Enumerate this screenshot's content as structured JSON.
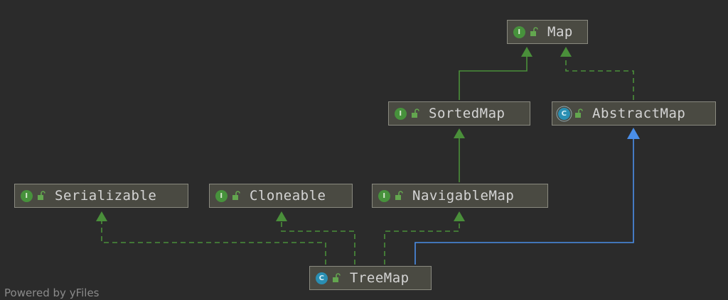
{
  "colors": {
    "background": "#2b2b2b",
    "interface_edge": "#4a8f3a",
    "extends_edge": "#4a8ee8",
    "node_fill": "#4a4a42",
    "node_border": "#8a8a80"
  },
  "nodes": {
    "map": {
      "label": "Map",
      "kind": "interface",
      "badge": "I"
    },
    "sorted_map": {
      "label": "SortedMap",
      "kind": "interface",
      "badge": "I"
    },
    "abstract_map": {
      "label": "AbstractMap",
      "kind": "abstract-class",
      "badge": "C"
    },
    "serializable": {
      "label": "Serializable",
      "kind": "interface",
      "badge": "I"
    },
    "cloneable": {
      "label": "Cloneable",
      "kind": "interface",
      "badge": "I"
    },
    "navigable_map": {
      "label": "NavigableMap",
      "kind": "interface",
      "badge": "I"
    },
    "tree_map": {
      "label": "TreeMap",
      "kind": "class",
      "badge": "C"
    }
  },
  "edges": [
    {
      "from": "SortedMap",
      "to": "Map",
      "style": "solid",
      "color": "green"
    },
    {
      "from": "AbstractMap",
      "to": "Map",
      "style": "dashed",
      "color": "green"
    },
    {
      "from": "NavigableMap",
      "to": "SortedMap",
      "style": "solid",
      "color": "green"
    },
    {
      "from": "TreeMap",
      "to": "Serializable",
      "style": "dashed",
      "color": "green"
    },
    {
      "from": "TreeMap",
      "to": "Cloneable",
      "style": "dashed",
      "color": "green"
    },
    {
      "from": "TreeMap",
      "to": "NavigableMap",
      "style": "dashed",
      "color": "green"
    },
    {
      "from": "TreeMap",
      "to": "AbstractMap",
      "style": "solid",
      "color": "blue"
    }
  ],
  "footer": "Powered by yFiles"
}
